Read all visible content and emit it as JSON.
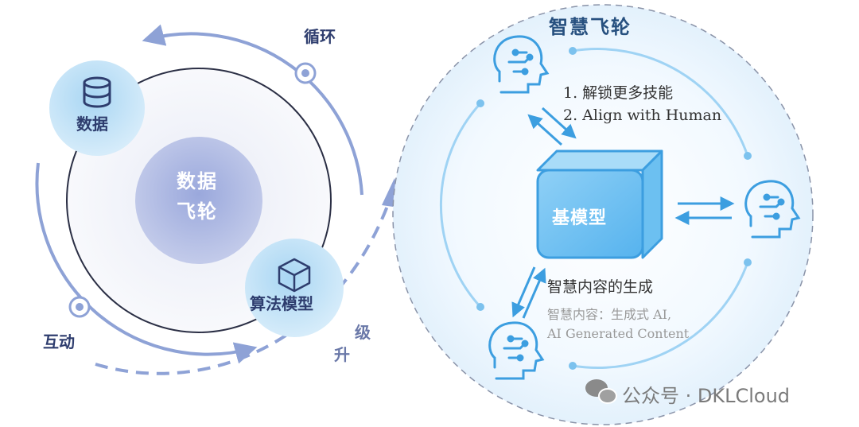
{
  "left": {
    "center_line1": "数据",
    "center_line2": "飞轮",
    "data_node": {
      "label": "数据",
      "icon": "database-icon"
    },
    "algo_node": {
      "label": "算法模型",
      "icon": "cube-icon"
    },
    "cycle_label": "循环",
    "interact_label": "互动",
    "upgrade_char1": "级",
    "upgrade_char2": "升"
  },
  "right": {
    "title": "智慧飞轮",
    "base_model": "基模型",
    "skills": [
      "1. 解锁更多技能",
      "2. Align with Human"
    ],
    "generation_title": "智慧内容的生成",
    "generation_note1": "智慧内容：生成式 AI,",
    "generation_note2": "AI Generated Content",
    "agent_icon": "ai-head-icon"
  },
  "watermark": {
    "text": "公众号 · DKLCloud",
    "icon": "wechat-icon"
  },
  "colors": {
    "navy": "#2e3d6e",
    "ring": "#8ea2d6",
    "accent_blue": "#3c9ee0",
    "light_blue": "#bfe3fa"
  }
}
